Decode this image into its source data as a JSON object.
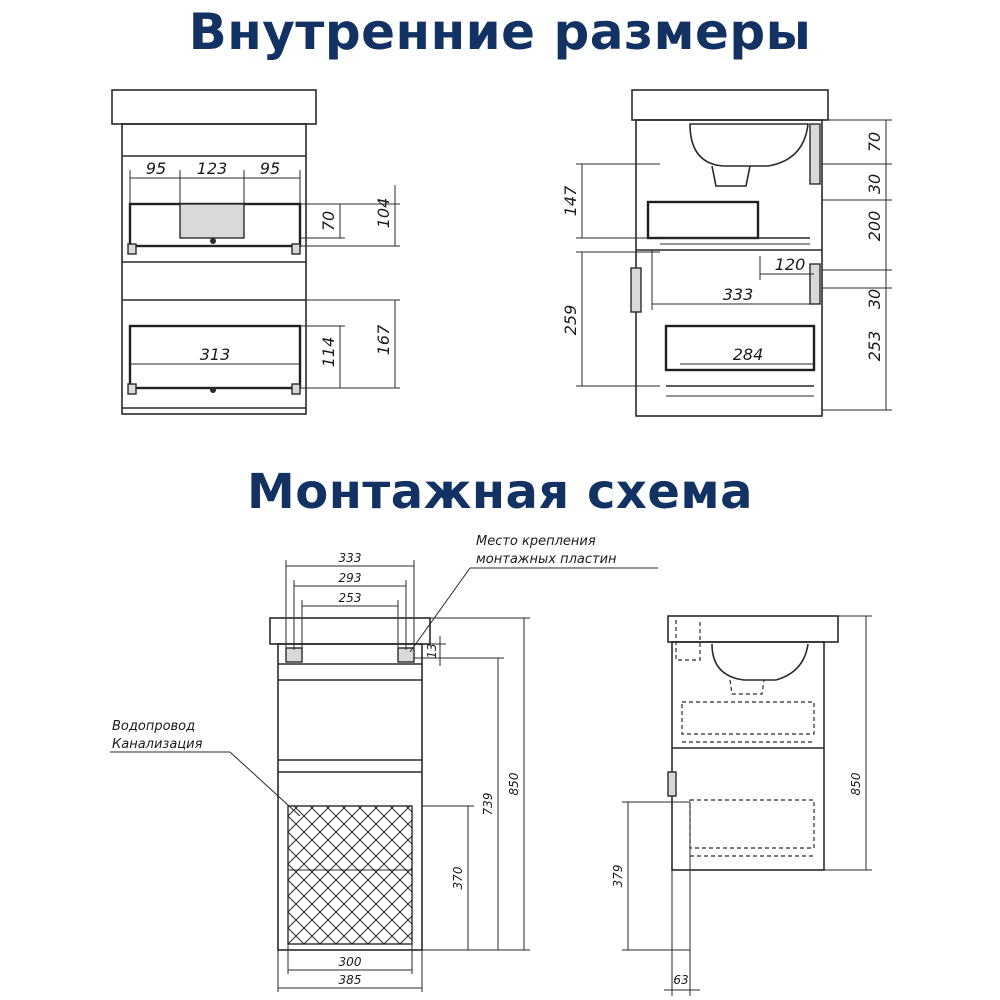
{
  "headings": {
    "inner": "Внутренние размеры",
    "mount": "Монтажная схема"
  },
  "colors": {
    "heading": "#123264",
    "line": "#2a2a2a",
    "background": "#ffffff"
  },
  "inner_front": {
    "top_widths": [
      "95",
      "123",
      "95"
    ],
    "top_drawer_heights": [
      "70",
      "104"
    ],
    "bottom_width": "313",
    "bottom_drawer_heights": [
      "114",
      "167"
    ]
  },
  "inner_side": {
    "left_heights": [
      "147",
      "259"
    ],
    "right_heights": [
      "70",
      "30",
      "200",
      "30",
      "253"
    ],
    "depths": [
      "120",
      "333",
      "284"
    ]
  },
  "mount_front": {
    "top_widths": [
      "333",
      "293",
      "253"
    ],
    "plate_note_lines": [
      "Место крепления",
      "монтажных пластин"
    ],
    "plate_height": "13",
    "pipes_note_lines": [
      "Водопровод",
      "Канализация"
    ],
    "heights": [
      "370",
      "739",
      "850"
    ],
    "bottom_widths": [
      "300",
      "385"
    ]
  },
  "mount_side": {
    "height_total": "850",
    "height_pipe": "379",
    "offset_back": "63"
  }
}
